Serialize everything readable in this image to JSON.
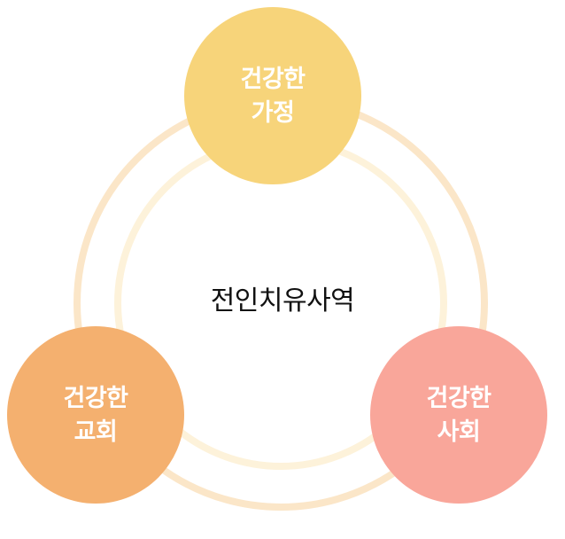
{
  "diagram": {
    "center_label": "전인치유사역",
    "nodes": [
      {
        "label": "건강한\n가정",
        "color": "#F7D47A"
      },
      {
        "label": "건강한\n교회",
        "color": "#F4B06F"
      },
      {
        "label": "건강한\n사회",
        "color": "#F9A69A"
      }
    ],
    "ring_colors": {
      "outer": "#FBE6C8",
      "inner": "#FDF2DA"
    }
  }
}
